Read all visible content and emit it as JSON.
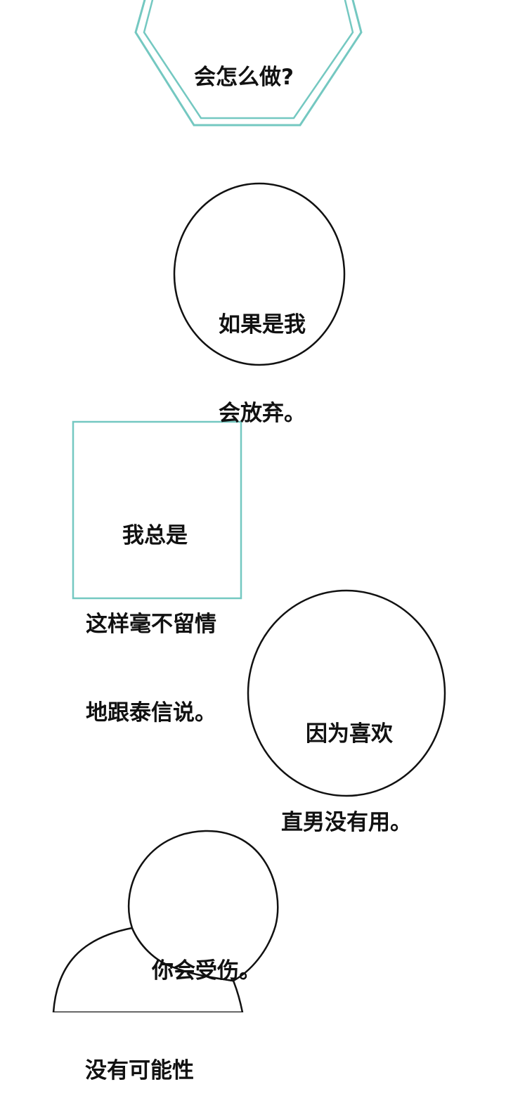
{
  "panels": {
    "hex_caption": {
      "line1": "会怎么做?"
    },
    "bubble_1": {
      "line1": "如果是我",
      "line2": "会放弃。"
    },
    "box_caption": {
      "line1": "我总是",
      "line2": "这样毫不留情",
      "line3": "地跟泰信说。"
    },
    "bubble_2": {
      "line1": "因为喜欢",
      "line2": "直男没有用。"
    },
    "bubble_3": {
      "line1": "你会受伤。"
    },
    "bubble_4": {
      "line1": "没有可能性"
    }
  },
  "colors": {
    "caption_outline": "#74c8c1",
    "bubble_outline": "#111111",
    "text": "#111111",
    "background": "#ffffff"
  }
}
